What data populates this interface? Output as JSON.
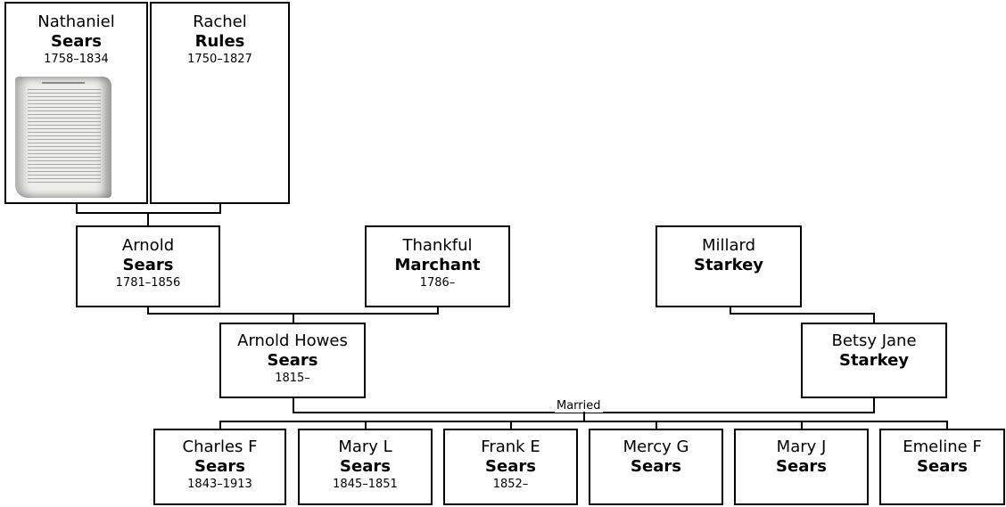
{
  "people": {
    "nathaniel": {
      "given": "Nathaniel",
      "surname": "Sears",
      "dates": "1758–1834"
    },
    "rachel": {
      "given": "Rachel",
      "surname": "Rules",
      "dates": "1750–1827"
    },
    "arnold": {
      "given": "Arnold",
      "surname": "Sears",
      "dates": "1781–1856"
    },
    "thankful": {
      "given": "Thankful",
      "surname": "Marchant",
      "dates": "1786–"
    },
    "millard": {
      "given": "Millard",
      "surname": "Starkey",
      "dates": ""
    },
    "arnold_howes": {
      "given": "Arnold Howes",
      "surname": "Sears",
      "dates": "1815–"
    },
    "betsy_jane": {
      "given": "Betsy Jane",
      "surname": "Starkey",
      "dates": ""
    },
    "charles_f": {
      "given": "Charles F",
      "surname": "Sears",
      "dates": "1843–1913"
    },
    "mary_l": {
      "given": "Mary L",
      "surname": "Sears",
      "dates": "1845–1851"
    },
    "frank_e": {
      "given": "Frank E",
      "surname": "Sears",
      "dates": "1852–"
    },
    "mercy_g": {
      "given": "Mercy G",
      "surname": "Sears",
      "dates": ""
    },
    "mary_j": {
      "given": "Mary J",
      "surname": "Sears",
      "dates": ""
    },
    "emeline_f": {
      "given": "Emeline F",
      "surname": "Sears",
      "dates": ""
    }
  },
  "marriage_label": "Married"
}
